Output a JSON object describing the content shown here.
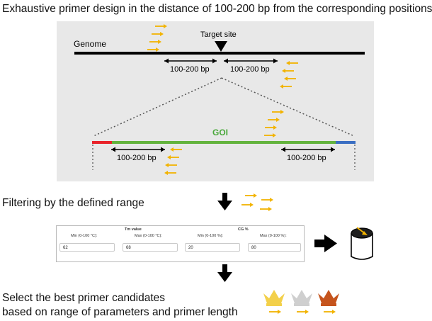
{
  "title": "Exhaustive primer design in the distance of 100-200 bp from the corresponding positions",
  "genome": {
    "label": "Genome",
    "target_label": "Target site",
    "left_range": "100-200 bp",
    "right_range": "100-200 bp"
  },
  "gene": {
    "label": "GOI",
    "left_range": "100-200 bp",
    "right_range": "100-200 bp",
    "colors": {
      "utr5": "#e8232a",
      "cds": "#63b33d",
      "utr3": "#3a6ec2"
    }
  },
  "filter_step": {
    "label": "Filtering by the defined range",
    "tm": {
      "title": "Tm value",
      "min_label": "Min (0-100 °C):",
      "min_value": "62",
      "max_label": "Max (0-100 °C):",
      "max_value": "68"
    },
    "cg": {
      "title": "CG %",
      "min_label": "Min (0-100 %):",
      "min_value": "20",
      "max_label": "Max (0-100 %):",
      "max_value": "80"
    }
  },
  "select_step": {
    "line1": "Select the best primer candidates",
    "line2": "based on range of parameters and primer length",
    "crown_colors": [
      "#f3d04a",
      "#cfcfcf",
      "#c5541d"
    ]
  },
  "colors": {
    "primer_arrow": "#f2b300",
    "panel_bg": "#e8e8e8",
    "line": "#000000"
  },
  "icons": [
    "primer-arrow-icon",
    "target-triangle-icon",
    "down-arrow-icon",
    "right-arrow-icon",
    "trash-bin-icon",
    "crown-icon"
  ]
}
